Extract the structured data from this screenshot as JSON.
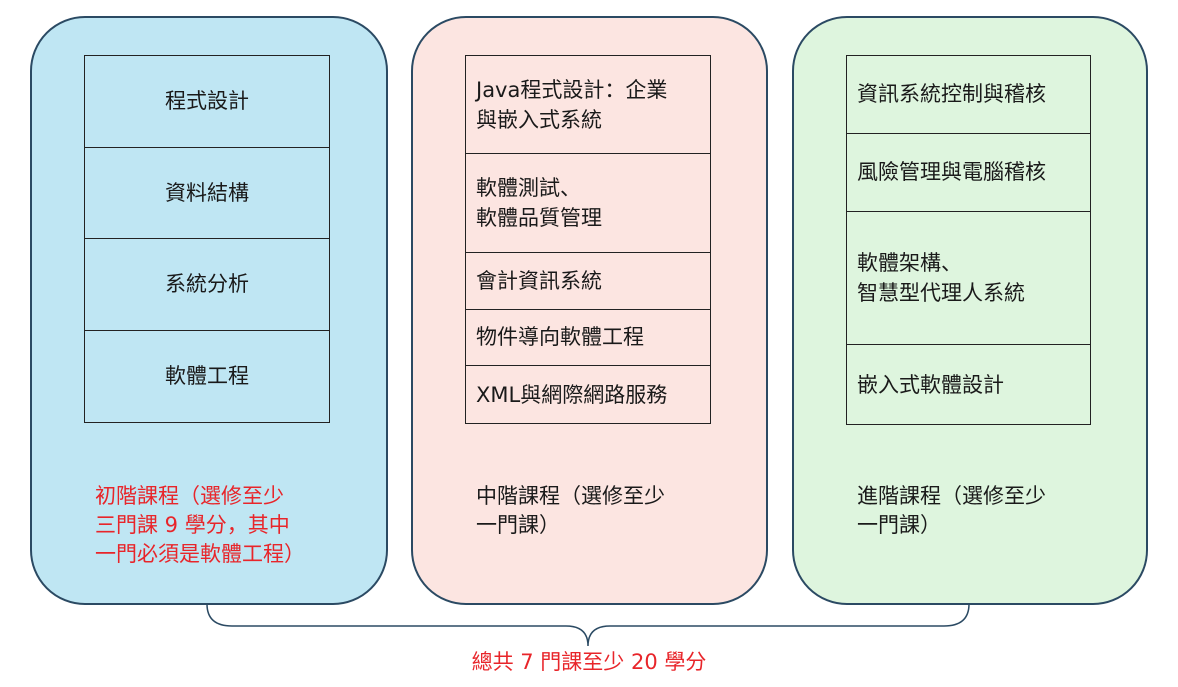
{
  "tiers": {
    "basic": {
      "courses": [
        "程式設計",
        "資料結構",
        "系統分析",
        "軟體工程"
      ],
      "caption": "初階課程（選修至少\n三門課 9 學分，其中\n一門必須是軟體工程）",
      "caption_color": "#e8252a",
      "fill": "#bfe6f3"
    },
    "middle": {
      "courses": [
        "Java程式設計：企業\n與嵌入式系統",
        "軟體測試、\n軟體品質管理",
        "會計資訊系統",
        "物件導向軟體工程",
        "XML與網際網路服務"
      ],
      "caption": "中階課程（選修至少\n一門課）",
      "fill": "#fce5e1"
    },
    "advanced": {
      "courses": [
        "資訊系統控制與稽核",
        "風險管理與電腦稽核",
        "軟體架構、\n智慧型代理人系統",
        "嵌入式軟體設計"
      ],
      "caption": "進階課程（選修至少\n一門課）",
      "fill": "#def5de"
    }
  },
  "total": {
    "label": "總共 7 門課至少 20 學分",
    "color": "#e8252a"
  },
  "colors": {
    "border": "#2b4a63",
    "brace": "#2b4a63"
  }
}
